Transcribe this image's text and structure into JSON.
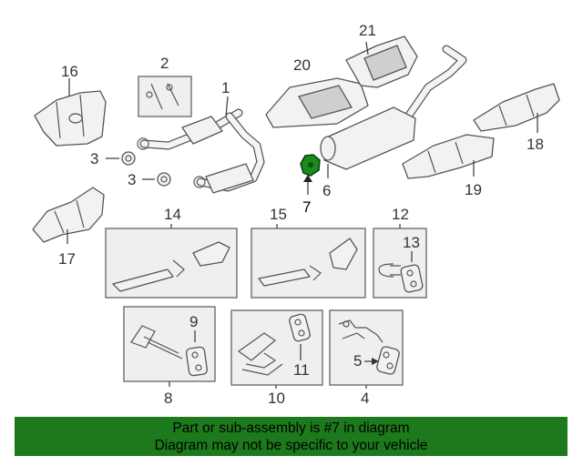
{
  "callouts": {
    "c1": "1",
    "c2": "2",
    "c3a": "3",
    "c3b": "3",
    "c4": "4",
    "c5": "5",
    "c6": "6",
    "c7": "7",
    "c8": "8",
    "c9": "9",
    "c10": "10",
    "c11": "11",
    "c12": "12",
    "c13": "13",
    "c14": "14",
    "c15": "15",
    "c16": "16",
    "c17": "17",
    "c18": "18",
    "c19": "19",
    "c20": "20",
    "c21": "21"
  },
  "highlight_color": "#1a8a1a",
  "banner": {
    "line1": "Part or sub-assembly is #7 in diagram",
    "line2": "Diagram may not be specific to your vehicle",
    "color": "#1c7a1c"
  }
}
